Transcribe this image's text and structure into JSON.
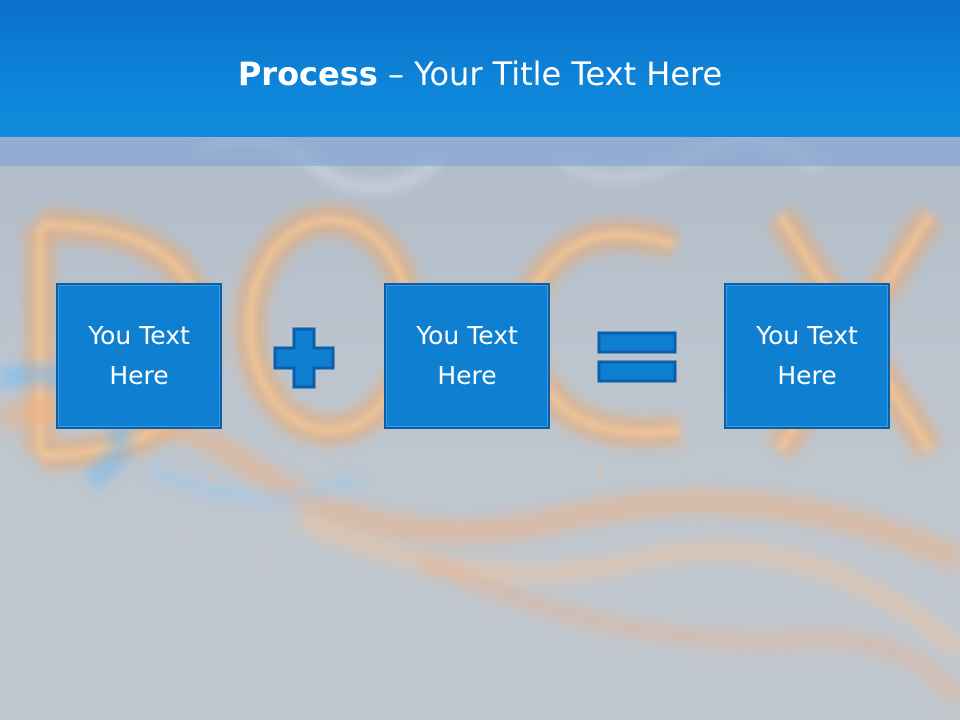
{
  "slide": {
    "title_bold": "Process",
    "title_rest": " – Your Title Text Here",
    "boxes": [
      {
        "text": "You Text Here"
      },
      {
        "text": "You Text Here"
      },
      {
        "text": "You Text Here"
      }
    ],
    "operators": [
      "plus-icon",
      "equals-icon"
    ]
  },
  "colors": {
    "title_bar": "#0d84d8",
    "box_fill": "#0f7fd2",
    "box_border": "#0b5fa8",
    "background": "#b9c3cd",
    "fire_orange": "#f5a25a",
    "smoke_blue": "#58b4ff"
  }
}
